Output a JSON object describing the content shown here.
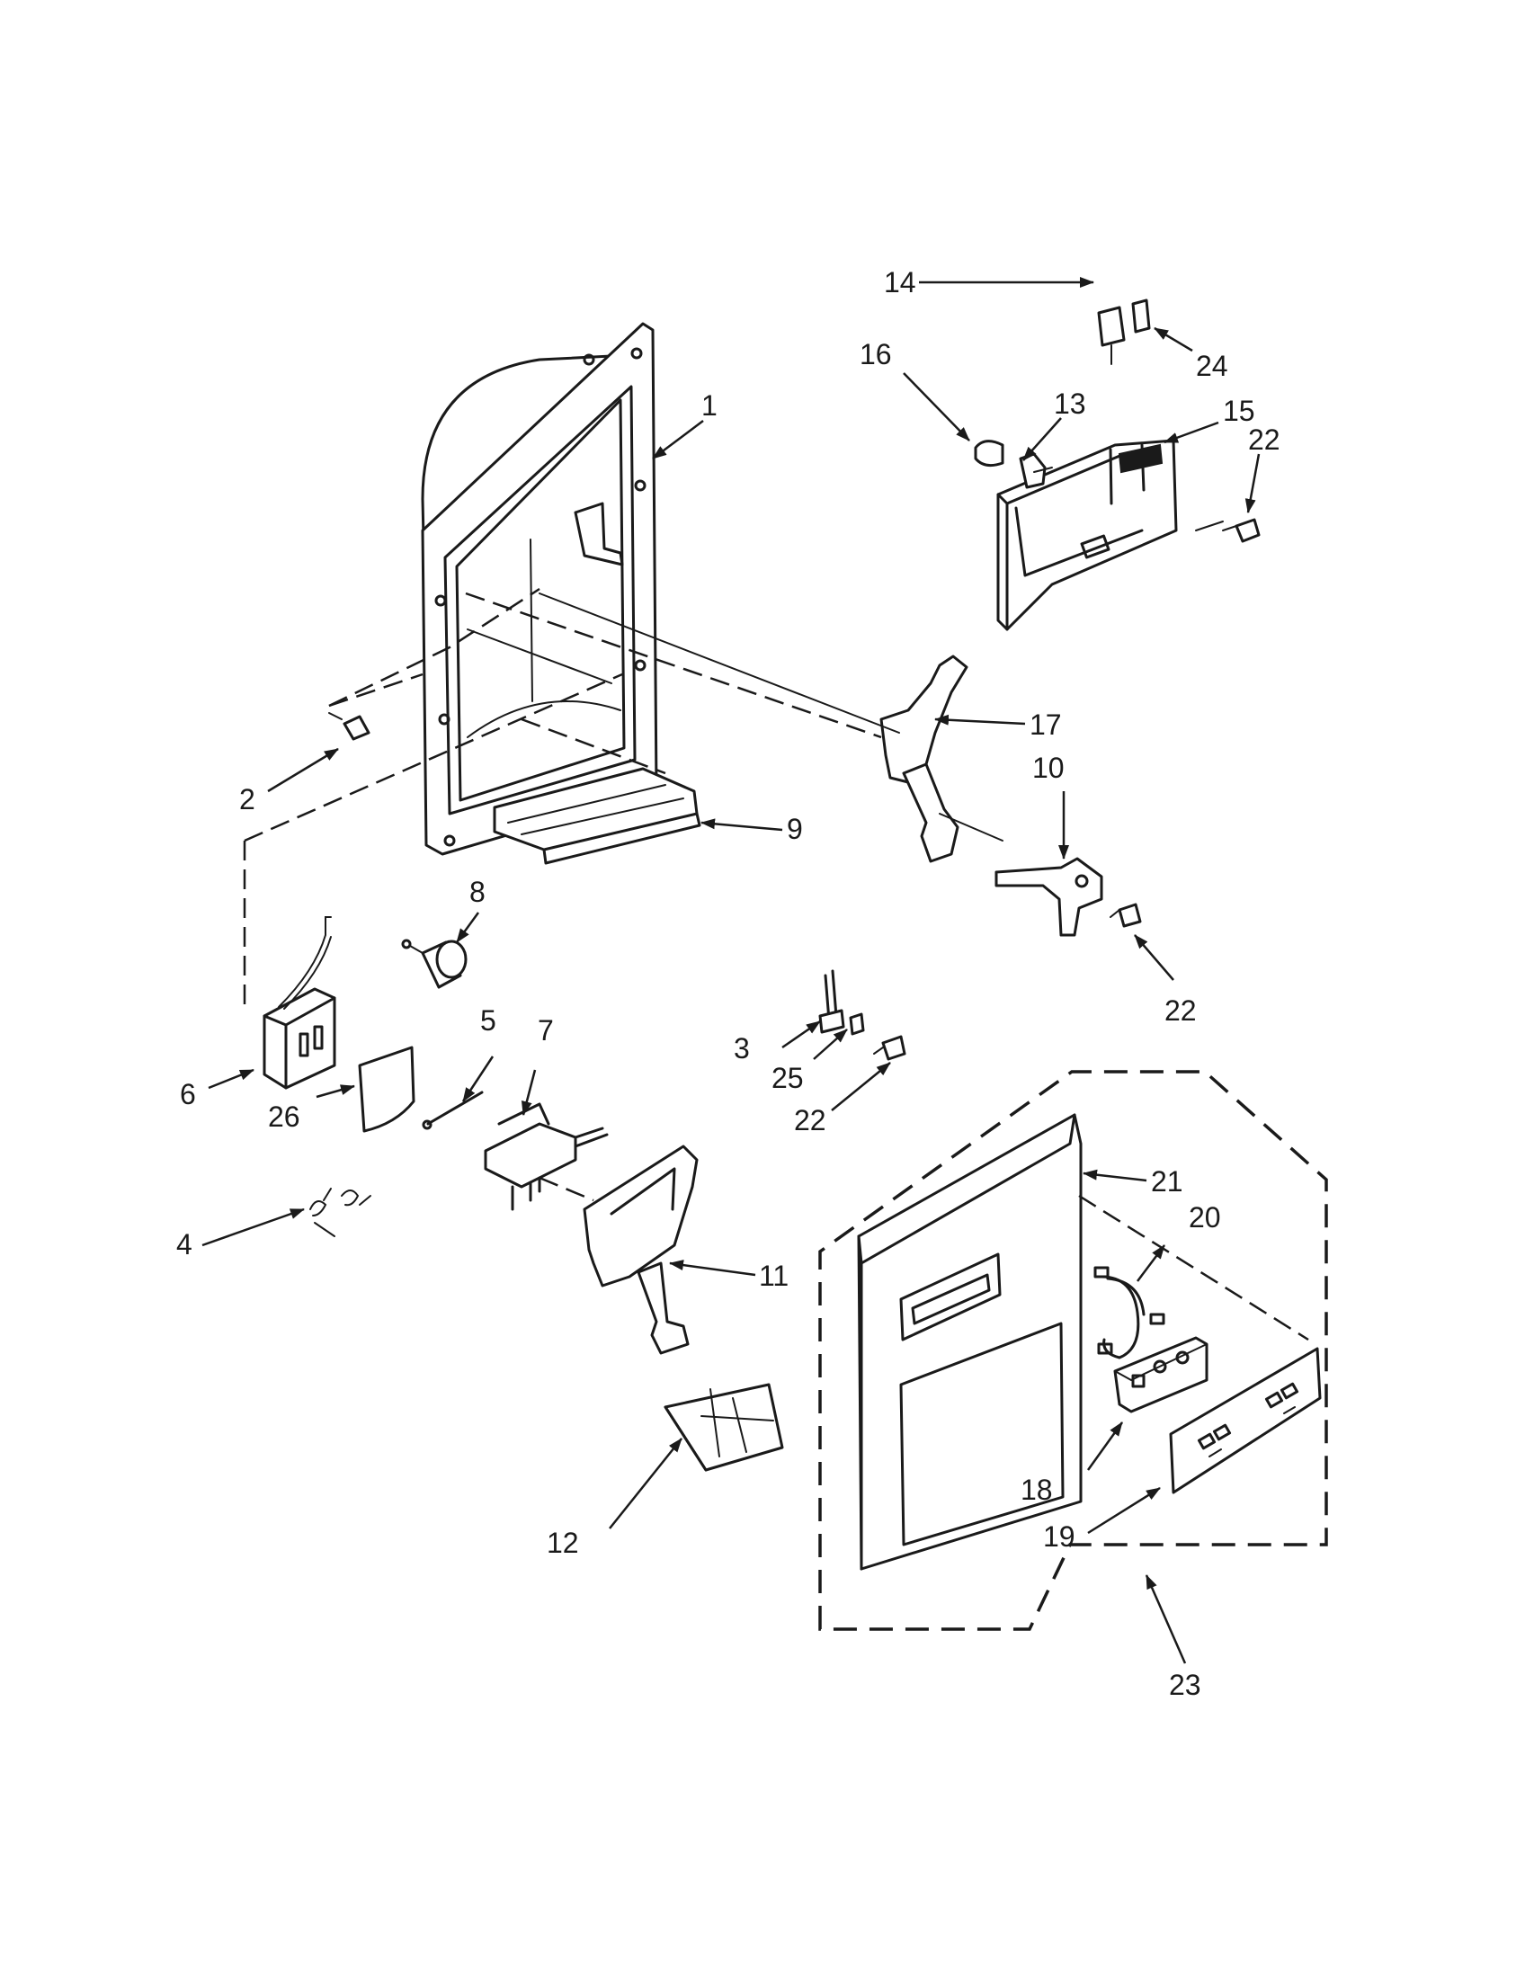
{
  "diagram": {
    "callouts": [
      {
        "id": "c1",
        "label": "1"
      },
      {
        "id": "c2",
        "label": "2"
      },
      {
        "id": "c3",
        "label": "3"
      },
      {
        "id": "c4",
        "label": "4"
      },
      {
        "id": "c5",
        "label": "5"
      },
      {
        "id": "c6",
        "label": "6"
      },
      {
        "id": "c7",
        "label": "7"
      },
      {
        "id": "c8",
        "label": "8"
      },
      {
        "id": "c9",
        "label": "9"
      },
      {
        "id": "c10",
        "label": "10"
      },
      {
        "id": "c11",
        "label": "11"
      },
      {
        "id": "c12",
        "label": "12"
      },
      {
        "id": "c13",
        "label": "13"
      },
      {
        "id": "c14",
        "label": "14"
      },
      {
        "id": "c15",
        "label": "15"
      },
      {
        "id": "c16",
        "label": "16"
      },
      {
        "id": "c17",
        "label": "17"
      },
      {
        "id": "c18",
        "label": "18"
      },
      {
        "id": "c19",
        "label": "19"
      },
      {
        "id": "c20",
        "label": "20"
      },
      {
        "id": "c21",
        "label": "21"
      },
      {
        "id": "c22a",
        "label": "22"
      },
      {
        "id": "c22b",
        "label": "22"
      },
      {
        "id": "c22c",
        "label": "22"
      },
      {
        "id": "c23",
        "label": "23"
      },
      {
        "id": "c24",
        "label": "24"
      },
      {
        "id": "c25",
        "label": "25"
      },
      {
        "id": "c26",
        "label": "26"
      }
    ]
  }
}
